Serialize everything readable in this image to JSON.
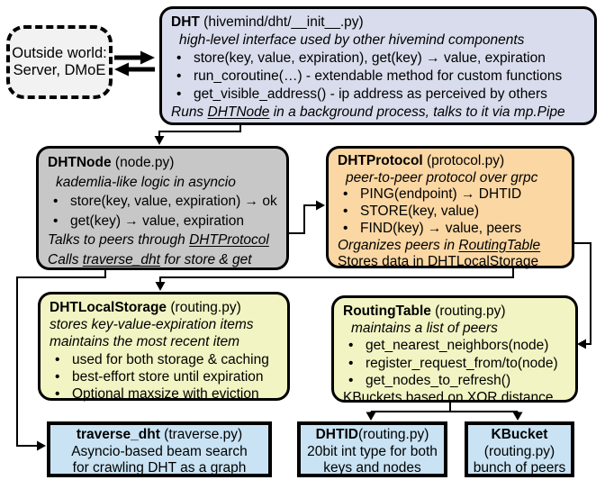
{
  "outside_world": {
    "line1": "Outside world:",
    "line2": "Server, DMoE"
  },
  "dht": {
    "title_bold": "DHT",
    "title_rest": " (hivemind/dht/__init__.py)",
    "subtitle": "high-level interface used by other hivemind components",
    "bullets": [
      "store(key, value, expiration), get(key) →  value, expiration",
      "run_coroutine(…) - extendable method for custom functions",
      "get_visible_address() - ip address as perceived by others"
    ],
    "footer_prefix": "Runs ",
    "footer_link": "DHTNode",
    "footer_suffix": " in a background process, talks to it via mp.Pipe"
  },
  "dhtnode": {
    "title_bold": "DHTNode",
    "title_rest": " (node.py)",
    "subtitle": "kademlia-like logic in asyncio",
    "bullets": [
      "store(key, value, expiration) → ok",
      "get(key) → value, expiration"
    ],
    "peers_prefix": "Talks to peers through ",
    "peers_link": "DHTProtocol",
    "calls_prefix": "Calls ",
    "calls_link": "traverse_dht",
    "calls_suffix": " for store & get"
  },
  "dhtprotocol": {
    "title_bold": "DHTProtocol",
    "title_rest": " (protocol.py)",
    "subtitle": "peer-to-peer protocol over grpc",
    "bullets": [
      "PING(endpoint) → DHTID",
      "STORE(key, value)",
      "FIND(key) →  value, peers"
    ],
    "organizes_prefix": "Organizes peers in ",
    "organizes_link": "RoutingTable",
    "stores_prefix": "Stores data in DHT",
    "stores_link": "LocalStorage"
  },
  "dhtlocalstorage": {
    "title_bold": "DHTLocalStorage",
    "title_rest": " (routing.py)",
    "subtitle1": "stores key-value-expiration items",
    "subtitle2": "maintains the most recent item",
    "bullets": [
      "used for both storage & caching",
      "best-effort store until expiration",
      "Optional maxsize with eviction"
    ]
  },
  "routingtable": {
    "title_bold": "RoutingTable",
    "title_rest": " (routing.py)",
    "subtitle": "maintains a list of peers",
    "bullets": [
      "get_nearest_neighbors(node)",
      "register_request_from/to(node)",
      "get_nodes_to_refresh()"
    ],
    "footer": "KBuckets based on XOR distance"
  },
  "traverse": {
    "title_bold": "traverse_dht",
    "title_rest": " (traverse.py)",
    "line1": "Asyncio-based beam search",
    "line2": "for crawling DHT as a graph"
  },
  "dhtid": {
    "title_bold": "DHTID",
    "title_rest": "(routing.py)",
    "line1": "20bit int type for both",
    "line2": "keys and nodes"
  },
  "kbucket": {
    "title_bold": "KBucket",
    "line1": "(routing.py)",
    "line2": "bunch of peers"
  },
  "colors": {
    "dht_fill": "#d8dcec",
    "node_fill": "#c7c7c7",
    "protocol_fill": "#fbd7a3",
    "storage_fill": "#f2f4c3",
    "routing_fill": "#f2f4c3",
    "leaf_fill": "#c9e3f4",
    "outside_fill": "#f2f2f2",
    "border": "#000000"
  }
}
